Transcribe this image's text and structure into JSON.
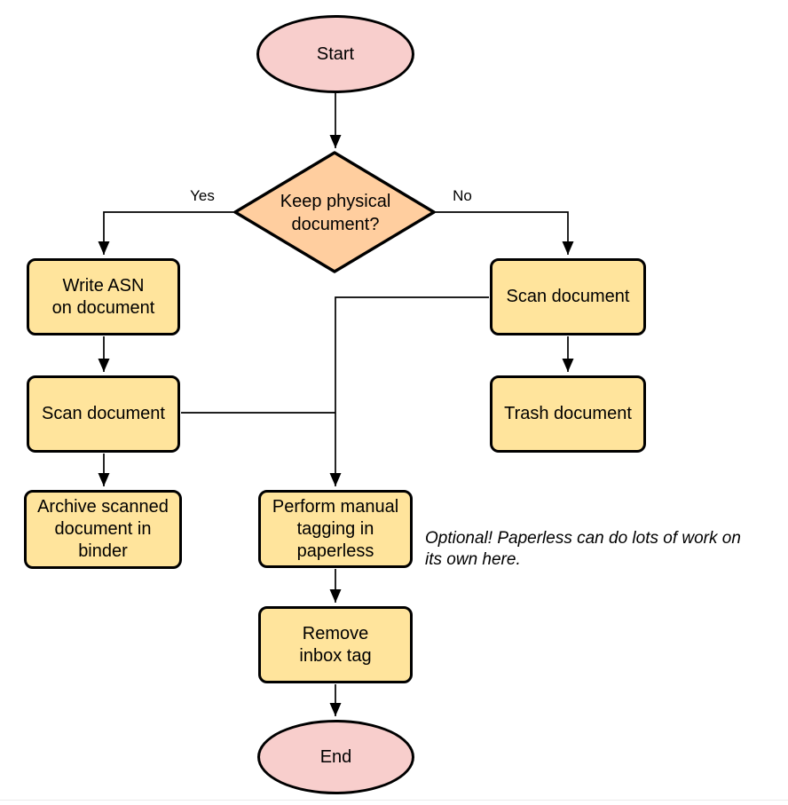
{
  "colors": {
    "terminal_fill": "#f8cecc",
    "decision_fill": "#ffce9f",
    "process_fill": "#ffe49c",
    "stroke": "#000000",
    "background": "#ffffff"
  },
  "nodes": {
    "start": {
      "type": "terminal",
      "label": "Start"
    },
    "decision": {
      "type": "decision",
      "label": "Keep physical\ndocument?"
    },
    "write_asn": {
      "type": "process",
      "label": "Write ASN\non document"
    },
    "scan_left": {
      "type": "process",
      "label": "Scan document"
    },
    "archive": {
      "type": "process",
      "label": "Archive scanned\ndocument in\nbinder"
    },
    "scan_right": {
      "type": "process",
      "label": "Scan document"
    },
    "trash": {
      "type": "process",
      "label": "Trash document"
    },
    "tagging": {
      "type": "process",
      "label": "Perform manual\ntagging in\npaperless"
    },
    "remove_inbox": {
      "type": "process",
      "label": "Remove\ninbox tag"
    },
    "end": {
      "type": "terminal",
      "label": "End"
    }
  },
  "edges": [
    {
      "from": "start",
      "to": "decision",
      "label": ""
    },
    {
      "from": "decision",
      "to": "write_asn",
      "label": "Yes"
    },
    {
      "from": "decision",
      "to": "scan_right",
      "label": "No"
    },
    {
      "from": "write_asn",
      "to": "scan_left",
      "label": ""
    },
    {
      "from": "scan_left",
      "to": "archive",
      "label": ""
    },
    {
      "from": "scan_right",
      "to": "trash",
      "label": ""
    },
    {
      "from": "scan_right",
      "to": "tagging",
      "label": ""
    },
    {
      "from": "scan_left",
      "to": "tagging",
      "label": ""
    },
    {
      "from": "tagging",
      "to": "remove_inbox",
      "label": ""
    },
    {
      "from": "remove_inbox",
      "to": "end",
      "label": ""
    }
  ],
  "annotation": {
    "text": "Optional! Paperless can do lots of work on\nits own here."
  }
}
